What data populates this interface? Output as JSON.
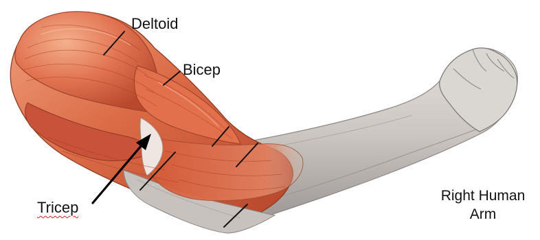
{
  "diagram": {
    "labels": {
      "deltoid": "Deltoid",
      "bicep": "Bicep",
      "tricep": "Tricep",
      "title_line1": "Right Human",
      "title_line2": "Arm"
    },
    "colors": {
      "muscle": "#d9603e",
      "muscle_dark": "#b03c22",
      "muscle_light": "#ee9a78",
      "skin": "#cfcac6",
      "skin_shadow": "#8f8b88",
      "arrow": "#000000",
      "spellcheck_underline": "#d42020"
    },
    "icons": {
      "pointer": "arrow-icon",
      "fist": "fist-icon"
    }
  }
}
